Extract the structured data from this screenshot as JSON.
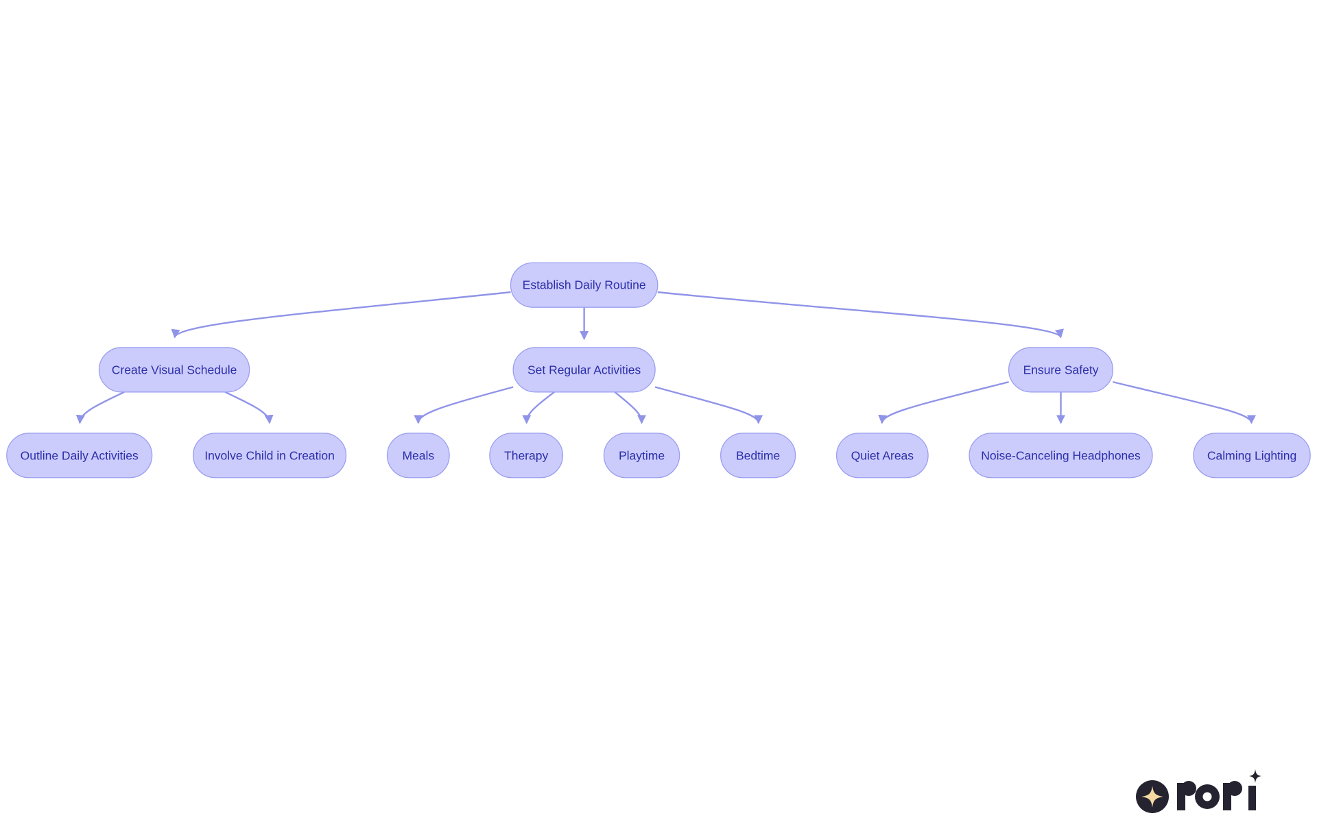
{
  "diagram": {
    "root": {
      "id": "establish",
      "label": "Establish Daily Routine"
    },
    "children": [
      {
        "id": "visual",
        "label": "Create Visual Schedule",
        "children": [
          {
            "id": "outline",
            "label": "Outline Daily Activities"
          },
          {
            "id": "involve",
            "label": "Involve Child in Creation"
          }
        ]
      },
      {
        "id": "regular",
        "label": "Set Regular Activities",
        "children": [
          {
            "id": "meals",
            "label": "Meals"
          },
          {
            "id": "therapy",
            "label": "Therapy"
          },
          {
            "id": "playtime",
            "label": "Playtime"
          },
          {
            "id": "bedtime",
            "label": "Bedtime"
          }
        ]
      },
      {
        "id": "safety",
        "label": "Ensure Safety",
        "children": [
          {
            "id": "quiet",
            "label": "Quiet Areas"
          },
          {
            "id": "headphones",
            "label": "Noise-Canceling Headphones"
          },
          {
            "id": "lighting",
            "label": "Calming Lighting"
          }
        ]
      }
    ]
  },
  "colors": {
    "node_fill": "#cbccfc",
    "node_stroke": "#9b9ef0",
    "edge": "#9094e8",
    "text": "#2c2ea8",
    "logo_dark": "#24232f",
    "logo_star": "#f5d9a2"
  },
  "logo": {
    "icon": "sparkle-logo-icon",
    "wordmark": "rori"
  }
}
